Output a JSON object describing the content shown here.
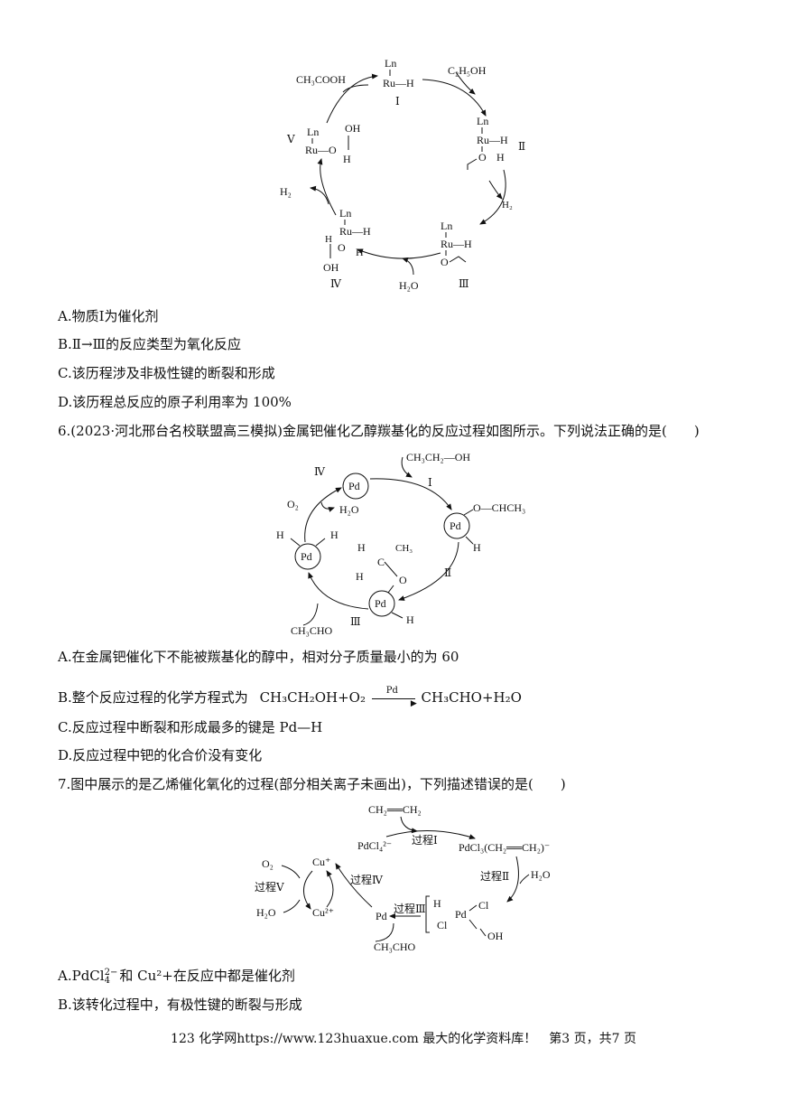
{
  "diagram1": {
    "acetic": "CH₃COOH",
    "ethanol": "C₂H₅OH",
    "h2_right": "H₂",
    "h2_left": "H₂",
    "water": "H₂O",
    "ln": "Ln",
    "ru_h": "Ru—H",
    "ru_o": "Ru—O",
    "o": "O",
    "h": "H",
    "oh": "OH",
    "labels": [
      "Ⅰ",
      "Ⅱ",
      "Ⅲ",
      "Ⅳ",
      "Ⅴ"
    ]
  },
  "q5_options": [
    "A.物质Ⅰ为催化剂",
    "B.Ⅱ→Ⅲ的反应类型为氧化反应",
    "C.该历程涉及非极性键的断裂和形成",
    "D.该历程总反应的原子利用率为 100%"
  ],
  "q6": {
    "stem": "6.(2023·河北邢台名校联盟高三模拟)金属钯催化乙醇羰基化的反应过程如图所示。下列说法正确的是(　　)",
    "diagram": {
      "ethanol": "CH₃CH₂—OH",
      "o2": "O₂",
      "h2o": "H₂O",
      "pd": "Pd",
      "h": "H",
      "o_chch3": "O—CHCH₃",
      "c": "C",
      "o": "O",
      "ch3": "CH₃",
      "ch3cho": "CH₃CHO",
      "labels": [
        "Ⅰ",
        "Ⅱ",
        "Ⅲ",
        "Ⅳ"
      ]
    },
    "options": {
      "a": "A.在金属钯催化下不能被羰基化的醇中，相对分子质量最小的为 60",
      "b_prefix": "B.整个反应过程的化学方程式为",
      "b_left": "CH₃CH₂OH+O₂",
      "b_cat": "Pd",
      "b_right": "CH₃CHO+H₂O",
      "c": "C.反应过程中断裂和形成最多的键是 Pd—H",
      "d": "D.反应过程中钯的化合价没有变化"
    }
  },
  "q7": {
    "stem": "7.图中展示的是乙烯催化氧化的过程(部分相关离子未画出)，下列描述错误的是(　　)",
    "diagram": {
      "ethylene": "CH₂══CH₂",
      "pdcl4": "PdCl₄²⁻",
      "pdcl3": "PdCl₃(CH₂══CH₂)⁻",
      "step1": "过程Ⅰ",
      "step2": "过程Ⅱ",
      "step3": "过程Ⅲ",
      "step4": "过程Ⅳ",
      "step5": "过程Ⅴ",
      "h2o": "H₂O",
      "o2": "O₂",
      "cu_plus": "Cu⁺",
      "cu_2plus": "Cu²⁺",
      "pd": "Pd",
      "h": "H",
      "cl": "Cl",
      "oh": "OH",
      "ch3cho": "CH₃CHO"
    },
    "options": {
      "a_prefix": "A.PdCl",
      "a_sub": "4",
      "a_sup": "2−",
      "a_mid": "和 Cu²",
      "a_suffix": "+在反应中都是催化剂",
      "b": "B.该转化过程中，有极性键的断裂与形成"
    }
  },
  "footer": "123 化学网https://www.123huaxue.com 最大的化学资料库！　第3 页，共7 页"
}
